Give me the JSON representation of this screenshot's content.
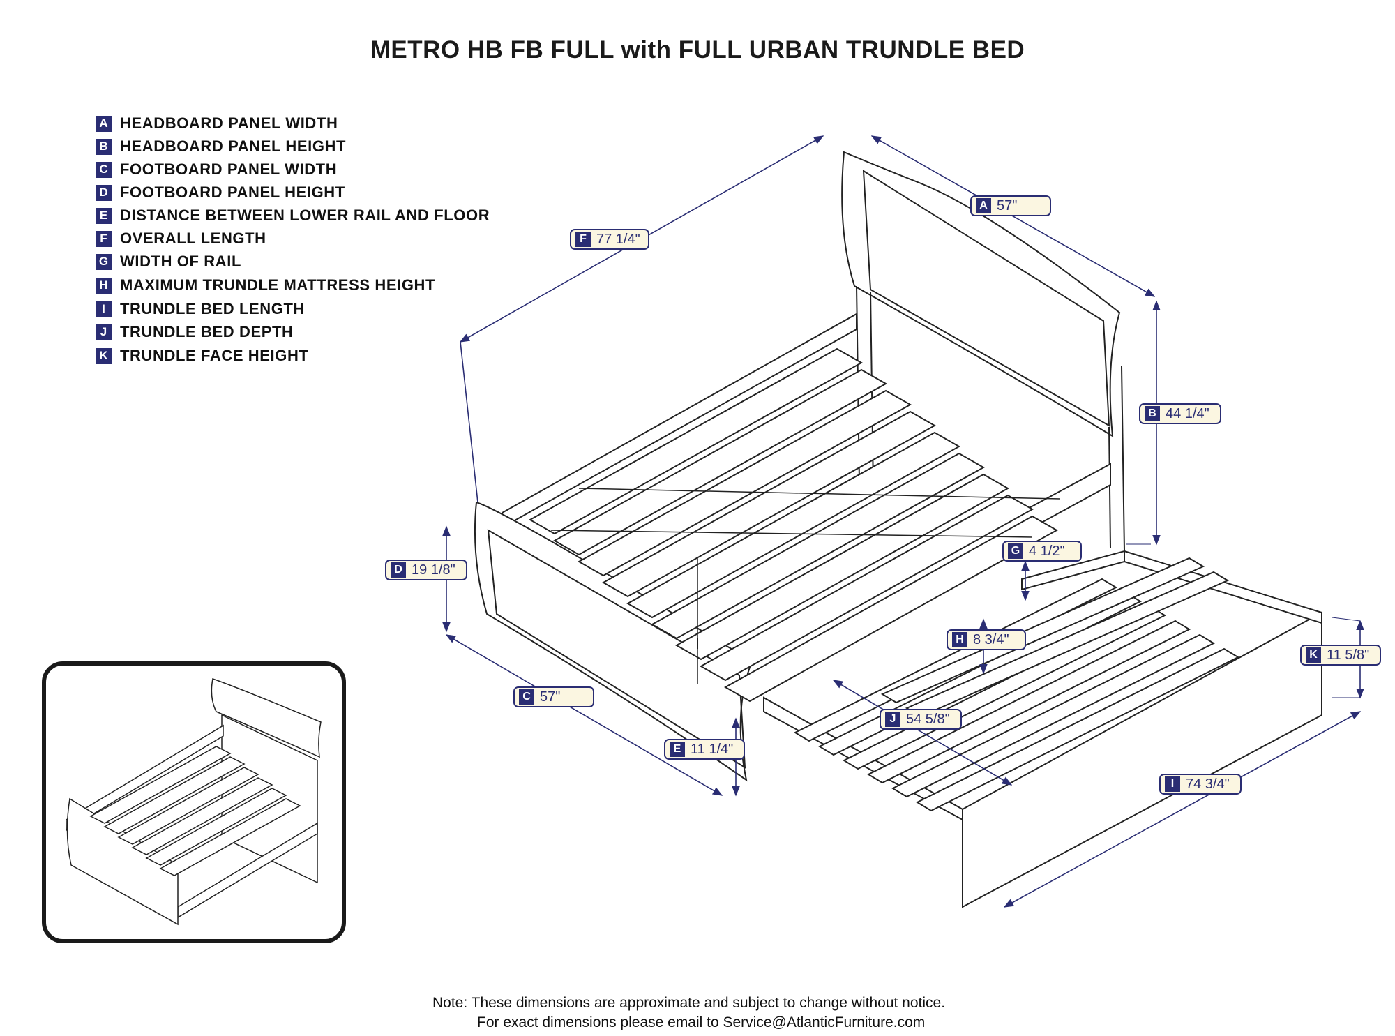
{
  "title": "METRO HB FB FULL with FULL URBAN TRUNDLE BED",
  "legend": [
    {
      "key": "A",
      "text": "HEADBOARD PANEL WIDTH"
    },
    {
      "key": "B",
      "text": "HEADBOARD PANEL HEIGHT"
    },
    {
      "key": "C",
      "text": "FOOTBOARD PANEL WIDTH"
    },
    {
      "key": "D",
      "text": "FOOTBOARD PANEL HEIGHT"
    },
    {
      "key": "E",
      "text": "DISTANCE BETWEEN LOWER RAIL AND FLOOR"
    },
    {
      "key": "F",
      "text": "OVERALL LENGTH"
    },
    {
      "key": "G",
      "text": "WIDTH OF RAIL"
    },
    {
      "key": "H",
      "text": "MAXIMUM TRUNDLE MATTRESS HEIGHT"
    },
    {
      "key": "I",
      "text": "TRUNDLE BED LENGTH"
    },
    {
      "key": "J",
      "text": "TRUNDLE BED DEPTH"
    },
    {
      "key": "K",
      "text": "TRUNDLE FACE HEIGHT"
    }
  ],
  "dimensions": {
    "A": {
      "key": "A",
      "value": "57\""
    },
    "B": {
      "key": "B",
      "value": "44 1/4\""
    },
    "C": {
      "key": "C",
      "value": "57\""
    },
    "D": {
      "key": "D",
      "value": "19 1/8\""
    },
    "E": {
      "key": "E",
      "value": "11 1/4\""
    },
    "F": {
      "key": "F",
      "value": "77 1/4\""
    },
    "G": {
      "key": "G",
      "value": "4 1/2\""
    },
    "H": {
      "key": "H",
      "value": "8 3/4\""
    },
    "I": {
      "key": "I",
      "value": "74 3/4\""
    },
    "J": {
      "key": "J",
      "value": "54 5/8\""
    },
    "K": {
      "key": "K",
      "value": "11 5/8\""
    }
  },
  "note": {
    "line1": "Note:  These dimensions are approximate and subject to change without notice.",
    "line2": "For exact dimensions please email to Service@AtlanticFurniture.com"
  },
  "colors": {
    "accent": "#2a2d73",
    "tag_fill": "#fbf6e1",
    "line": "#1a1a1a"
  }
}
